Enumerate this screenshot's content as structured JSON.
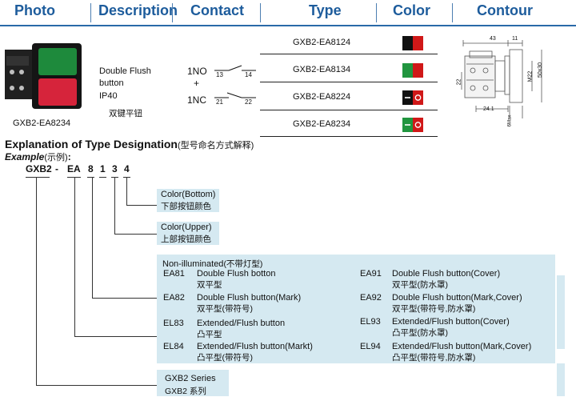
{
  "header": {
    "photo": "Photo",
    "description": "Description",
    "contact": "Contact",
    "type": "Type",
    "color": "Color",
    "contour": "Contour"
  },
  "product": {
    "photo_caption": "GXB2-EA8234",
    "desc_line1": "Double Flush",
    "desc_line2": "button",
    "desc_line3": "IP40",
    "desc_cn": "双键平钮",
    "contact_no": "1NO",
    "contact_plus": "+",
    "contact_nc": "1NC",
    "no_t1": "13",
    "no_t2": "14",
    "nc_t1": "21",
    "nc_t2": "22"
  },
  "types": [
    {
      "code": "GXB2-EA8124",
      "upper": "#d01818",
      "lower": "#111111",
      "mark": ""
    },
    {
      "code": "GXB2-EA8134",
      "upper": "#21953f",
      "lower": "#d01818",
      "mark": ""
    },
    {
      "code": "GXB2-EA8224",
      "upper": "#d01818",
      "lower": "#111111",
      "mark": "marked"
    },
    {
      "code": "GXB2-EA8234",
      "upper": "#d01818",
      "lower": "#21953f",
      "mark": "marked"
    }
  ],
  "contour": {
    "dim_43": "43",
    "dim_11": "11",
    "dim_24_1": "24.1",
    "dim_22": "22",
    "dim_m22": "M22",
    "dim_50x30": "50x30",
    "dim_6max": "6Max"
  },
  "designation": {
    "title": "Explanation of Type Designation",
    "title_cn": "(型号命名方式解释)",
    "example": "Example",
    "example_cn": "(示例)",
    "example_colon": ":",
    "code_parts": [
      "GXB2",
      "-",
      "EA",
      "8",
      "1",
      "3",
      "4"
    ],
    "color_bottom": "Color(Bottom)",
    "color_bottom_cn": "下部按钮颜色",
    "color_upper": "Color(Upper)",
    "color_upper_cn": "上部按钮颜色",
    "non_illuminated": "Non-illuminated",
    "non_illuminated_cn": "(不带灯型)",
    "items": [
      {
        "code": "EA81",
        "desc": "Double Flush botton",
        "cn": "双平型"
      },
      {
        "code": "EA82",
        "desc": "Double Flush button(Mark)",
        "cn": "双平型(带符号)"
      },
      {
        "code": "EL83",
        "desc": "Extended/Flush button",
        "cn": "凸平型"
      },
      {
        "code": "EL84",
        "desc": "Extended/Flush button(Markt)",
        "cn": "凸平型(带符号)"
      },
      {
        "code": "EA91",
        "desc": "Double Flush button(Cover)",
        "cn": "双平型(防水罩)"
      },
      {
        "code": "EA92",
        "desc": "Double Flush button(Mark,Cover)",
        "cn": "双平型(带符号,防水罩)"
      },
      {
        "code": "EL93",
        "desc": "Extended/Flush button(Cover)",
        "cn": "凸平型(防水罩)"
      },
      {
        "code": "EL94",
        "desc": "Extended/Flush button(Mark,Cover)",
        "cn": "凸平型(带符号,防水罩)"
      }
    ],
    "series": "GXB2 Series",
    "series_cn": "GXB2 系列"
  }
}
